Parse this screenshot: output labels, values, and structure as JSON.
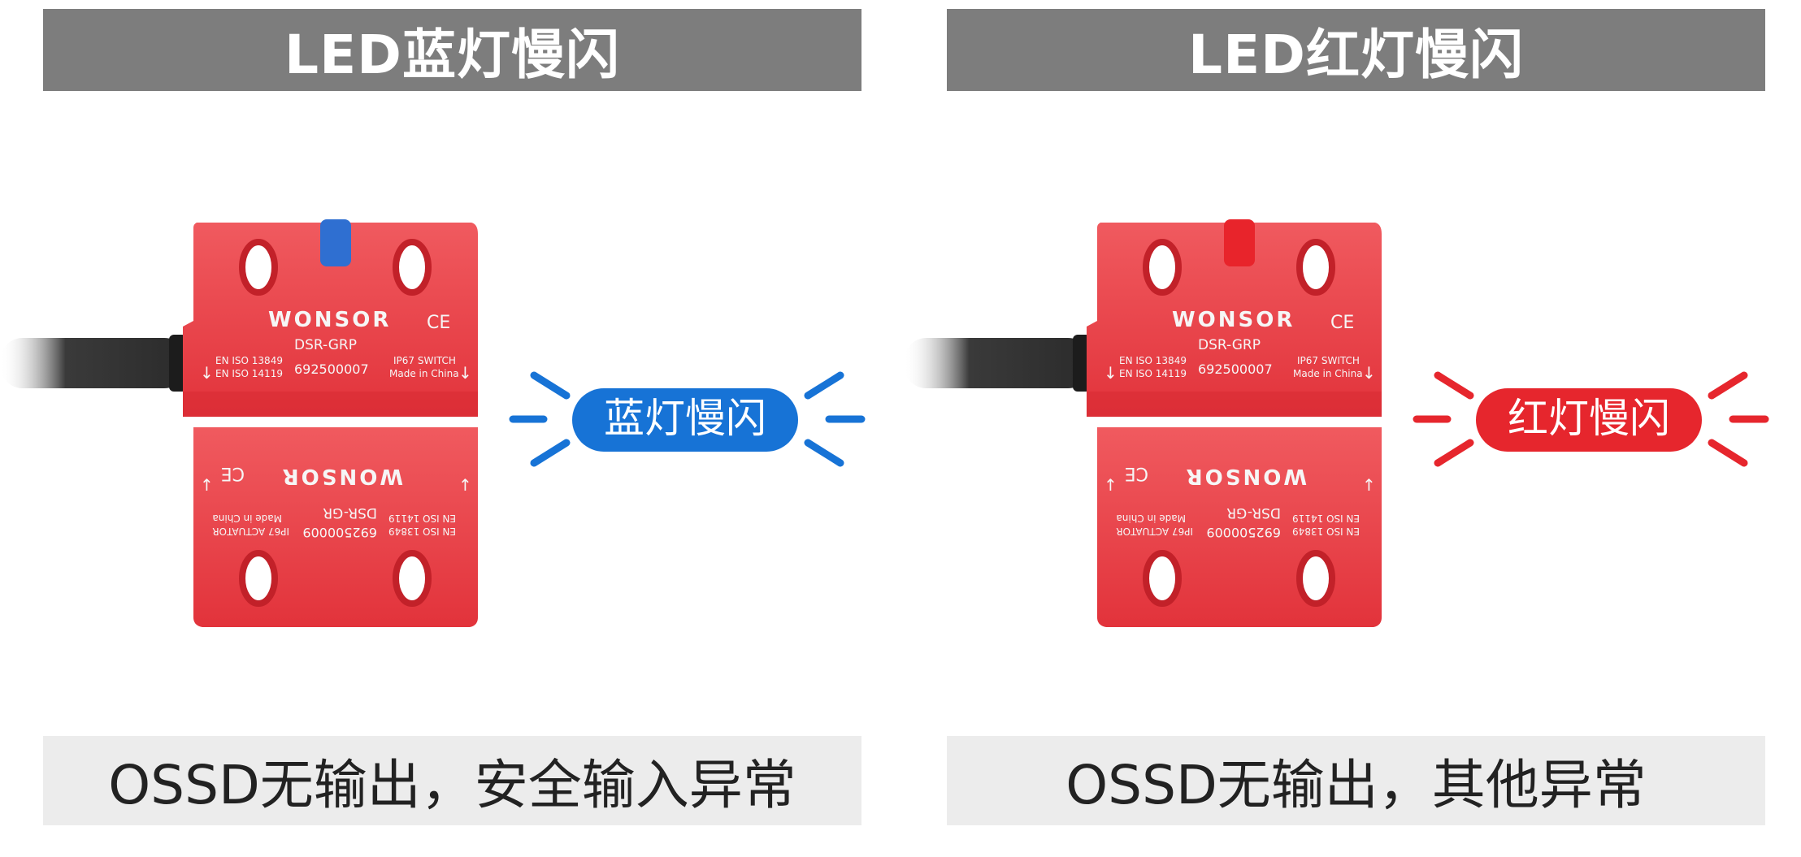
{
  "panels": [
    {
      "title": "LED蓝灯慢闪",
      "badge": "蓝灯慢闪",
      "caption": "OSSD无输出，安全输入异常",
      "led_color": "#2f6fd1",
      "badge_color": "#1773d6"
    },
    {
      "title": "LED红灯慢闪",
      "badge": "红灯慢闪",
      "caption": "OSSD无输出，其他异常",
      "led_color": "#e8242b",
      "badge_color": "#e6262d"
    }
  ],
  "device": {
    "brand": "WONSOR",
    "ce": "CE",
    "top_model": "DSR-GRP",
    "top_code": "692500007",
    "top_std_1": "EN ISO 13849",
    "top_std_2": "EN ISO 14119",
    "top_rating": "IP67 SWITCH",
    "top_origin": "Made in China",
    "bottom_model": "DSR-GR",
    "bottom_code": "692500009",
    "bottom_std_1": "EN ISO 13849",
    "bottom_std_2": "EN ISO 14119",
    "bottom_rating": "IP67 ACTUATOR",
    "bottom_origin": "Made in China"
  }
}
